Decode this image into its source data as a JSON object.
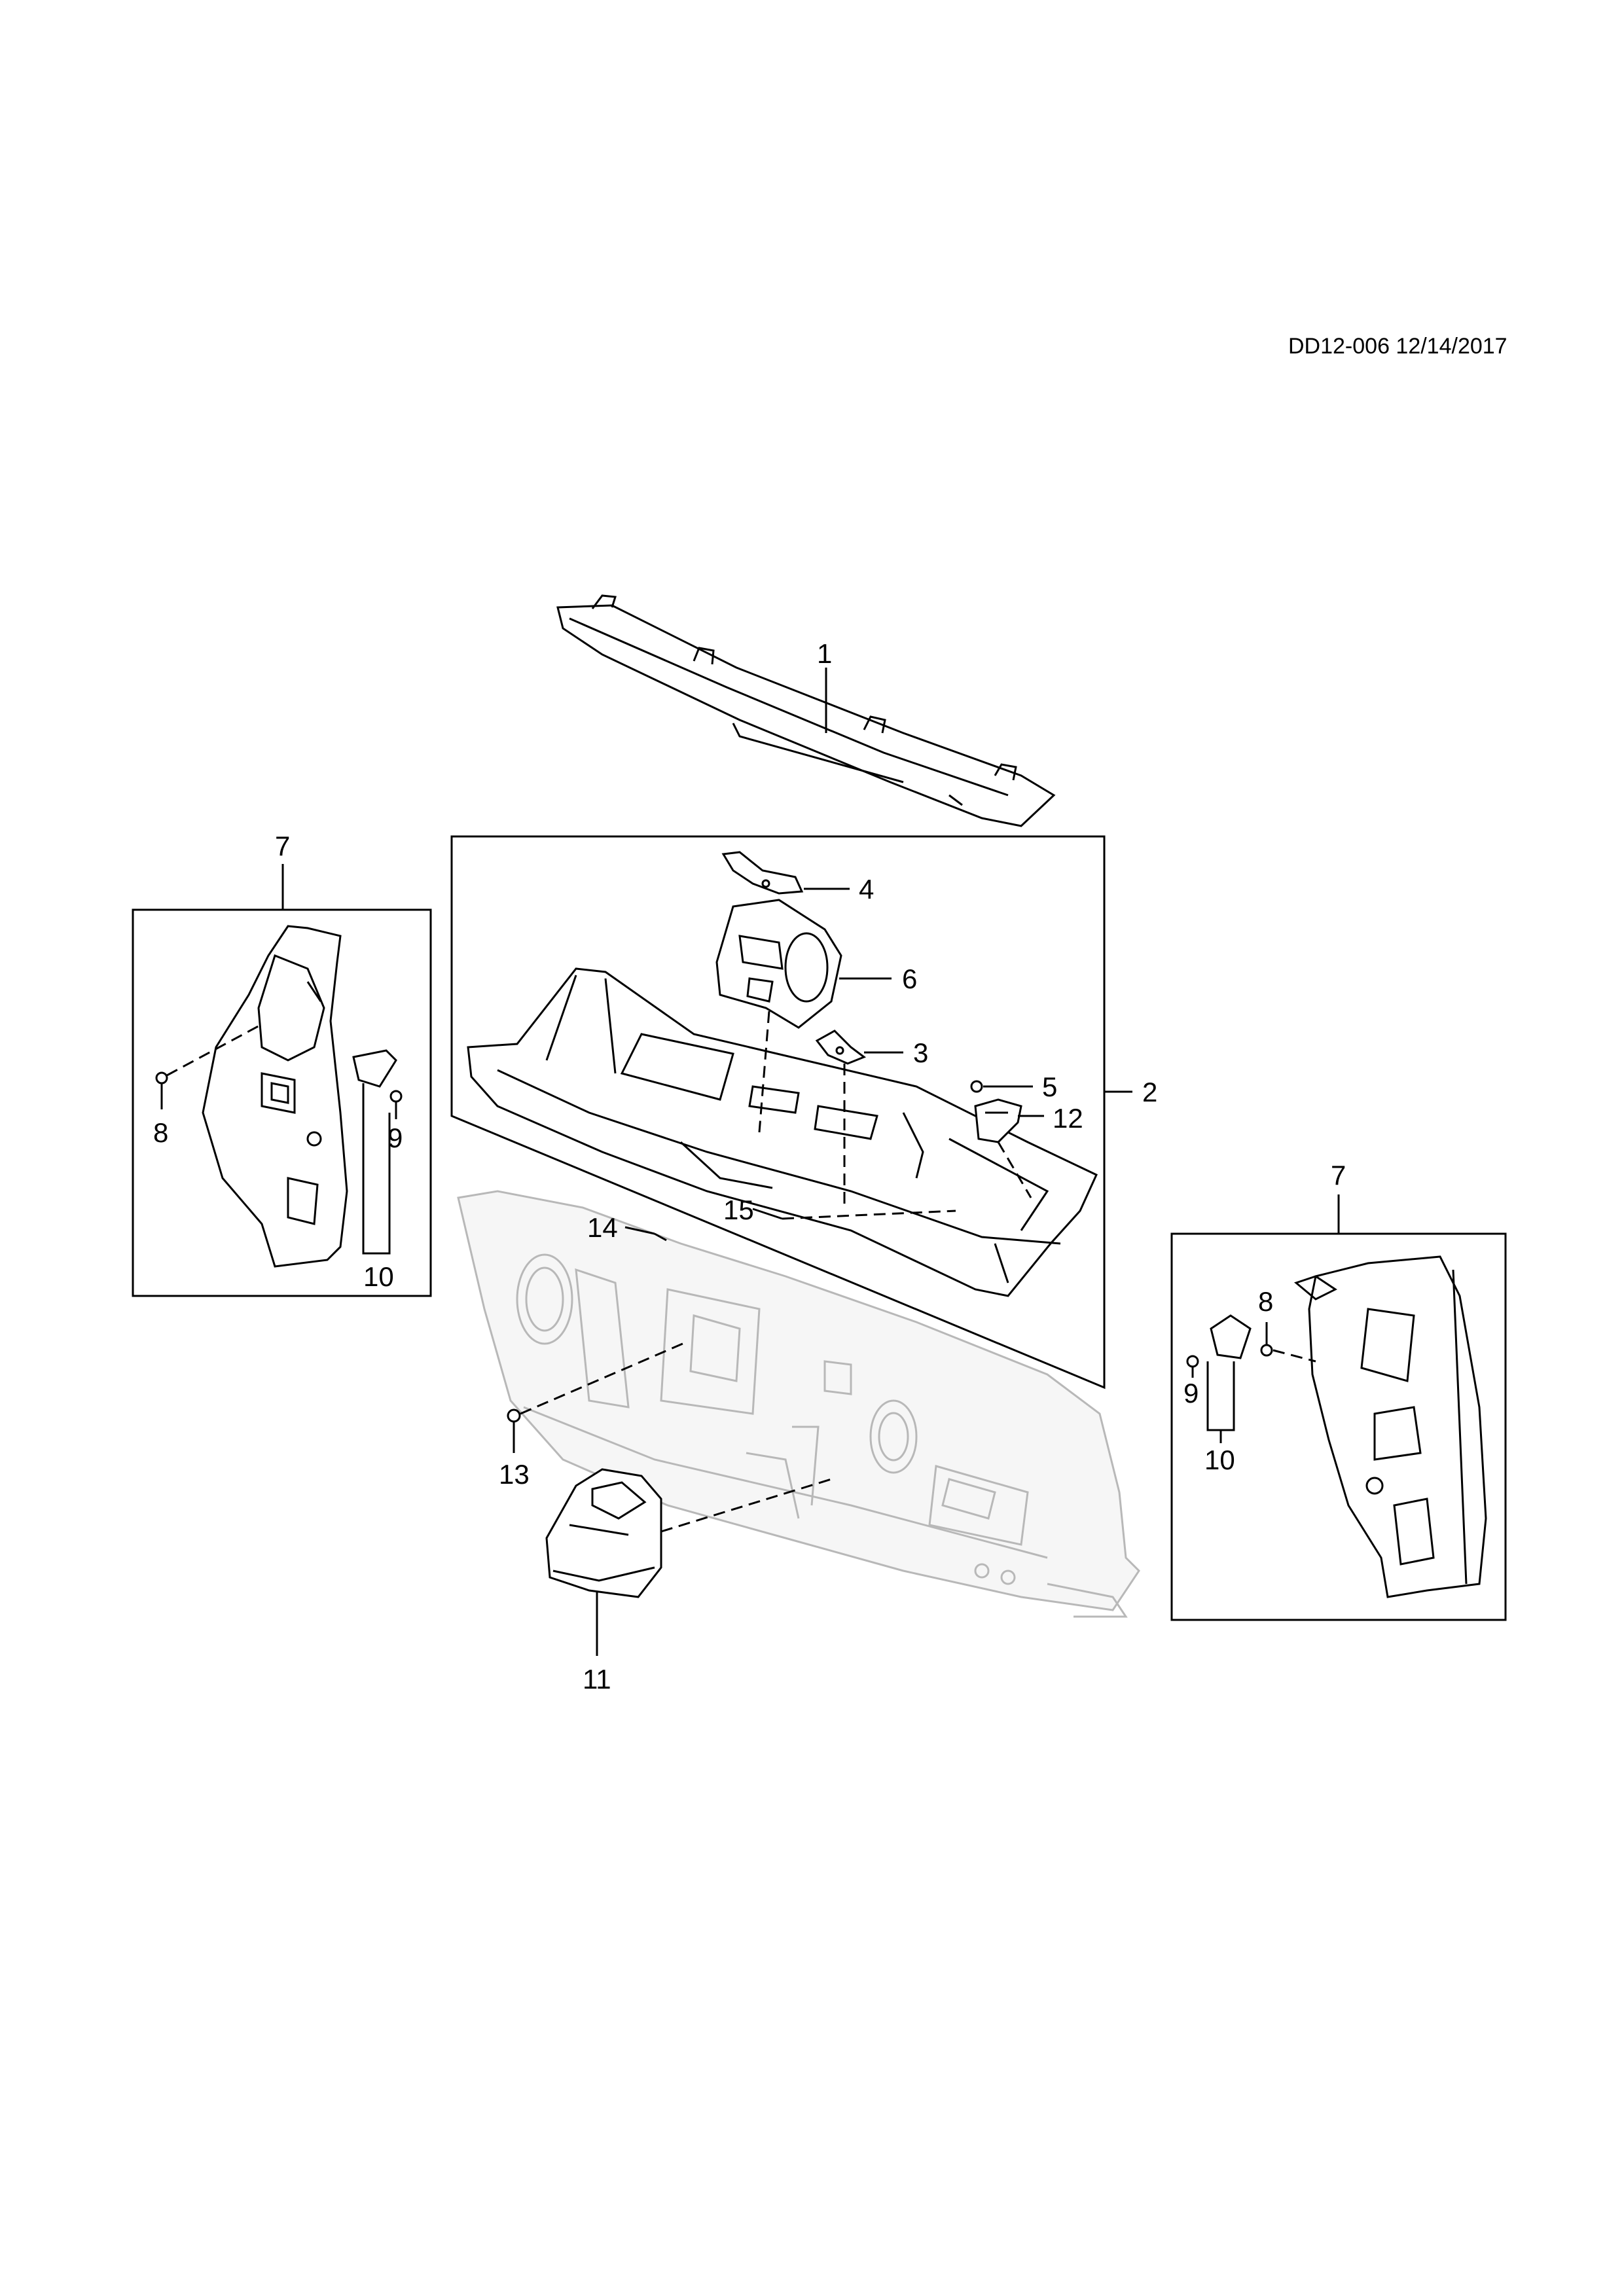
{
  "document_id": "DD12-006 12/14/2017",
  "callouts": {
    "c1": "1",
    "c2": "2",
    "c3": "3",
    "c4": "4",
    "c5": "5",
    "c6": "6",
    "c7_left": "7",
    "c7_right": "7",
    "c8_left": "8",
    "c8_right": "8",
    "c9_left": "9",
    "c9_right": "9",
    "c10_left": "10",
    "c10_right": "10",
    "c11": "11",
    "c12": "12",
    "c13": "13",
    "c14": "14",
    "c15": "15"
  }
}
